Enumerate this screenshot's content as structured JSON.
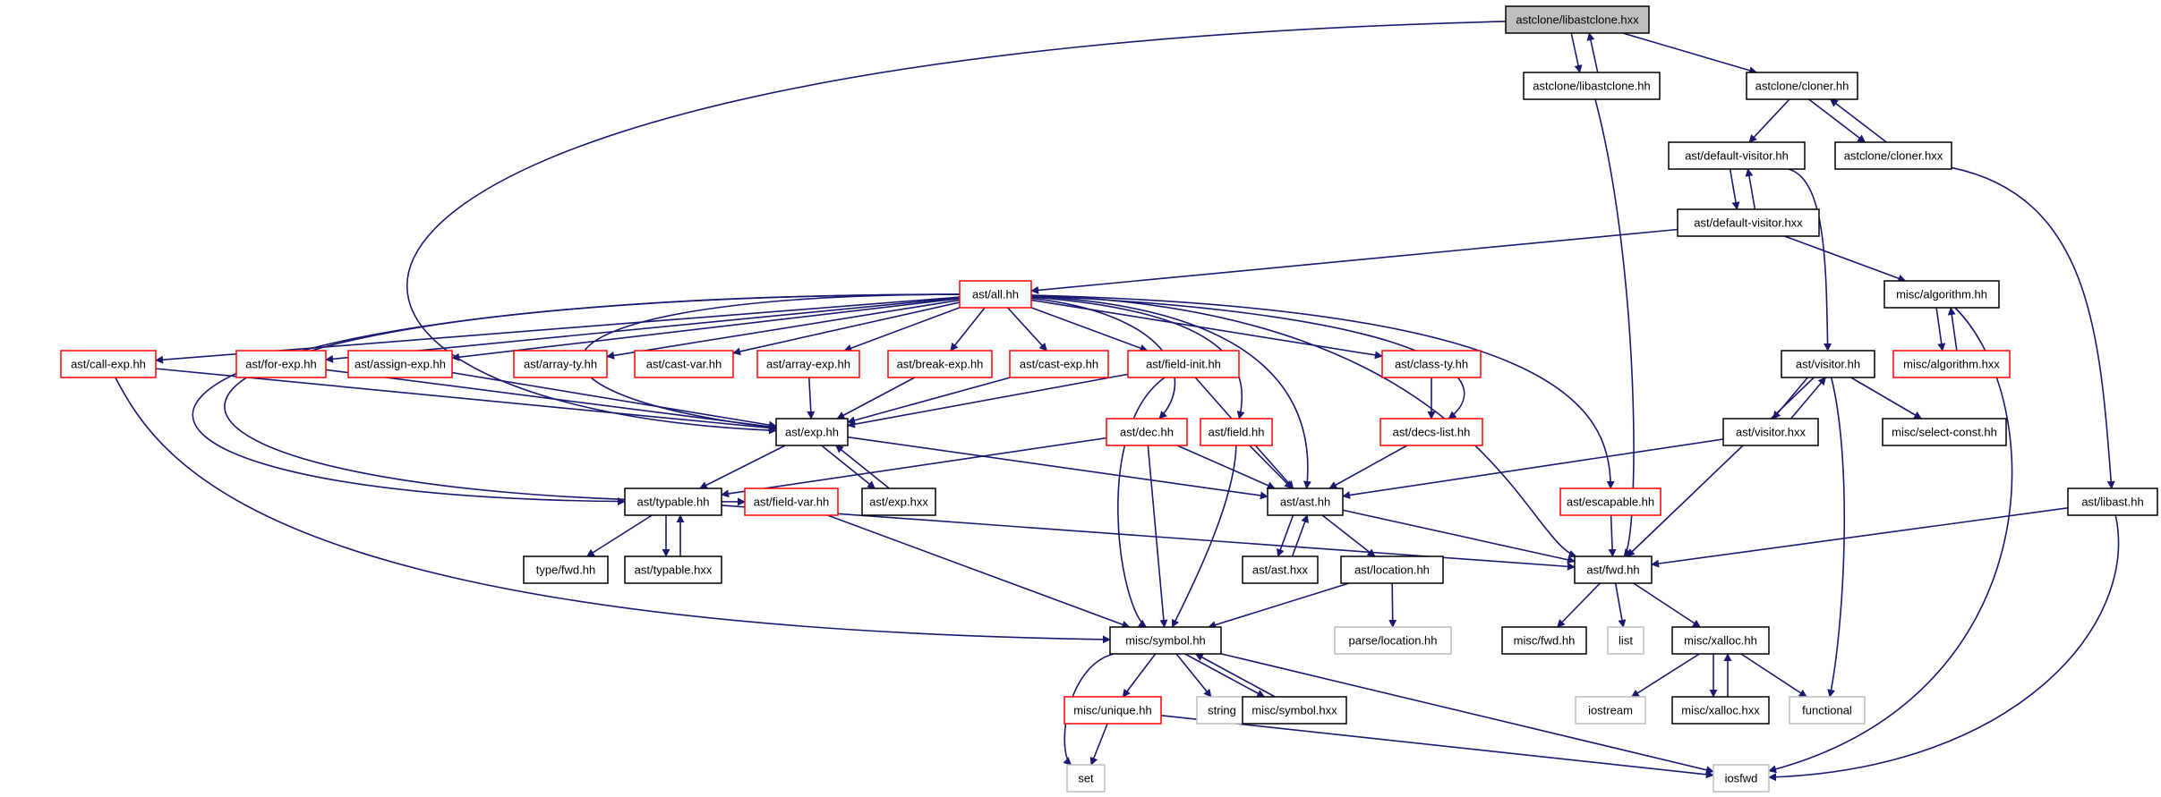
{
  "colors": {
    "edge": "#191970",
    "border_default": "#000000",
    "border_incomplete": "#ff0000",
    "border_system": "#bfbfbf",
    "root_fill": "#bfbfbf",
    "fill": "#ffffff",
    "text": "#000000"
  },
  "nodes": [
    {
      "id": "root",
      "label": "astclone/libastclone.hxx",
      "kind": "root"
    },
    {
      "id": "libastclone_hh",
      "label": "astclone/libastclone.hh",
      "kind": "normal"
    },
    {
      "id": "cloner_hh",
      "label": "astclone/cloner.hh",
      "kind": "normal"
    },
    {
      "id": "cloner_hxx",
      "label": "astclone/cloner.hxx",
      "kind": "normal"
    },
    {
      "id": "default_visitor_hh",
      "label": "ast/default-visitor.hh",
      "kind": "normal"
    },
    {
      "id": "default_visitor_hxx",
      "label": "ast/default-visitor.hxx",
      "kind": "normal"
    },
    {
      "id": "all_hh",
      "label": "ast/all.hh",
      "kind": "red"
    },
    {
      "id": "algorithm_hh",
      "label": "misc/algorithm.hh",
      "kind": "normal"
    },
    {
      "id": "algorithm_hxx",
      "label": "misc/algorithm.hxx",
      "kind": "red"
    },
    {
      "id": "call_exp",
      "label": "ast/call-exp.hh",
      "kind": "red"
    },
    {
      "id": "for_exp",
      "label": "ast/for-exp.hh",
      "kind": "red"
    },
    {
      "id": "assign_exp",
      "label": "ast/assign-exp.hh",
      "kind": "red"
    },
    {
      "id": "array_ty",
      "label": "ast/array-ty.hh",
      "kind": "red"
    },
    {
      "id": "cast_var",
      "label": "ast/cast-var.hh",
      "kind": "red"
    },
    {
      "id": "array_exp",
      "label": "ast/array-exp.hh",
      "kind": "red"
    },
    {
      "id": "break_exp",
      "label": "ast/break-exp.hh",
      "kind": "red"
    },
    {
      "id": "cast_exp",
      "label": "ast/cast-exp.hh",
      "kind": "red"
    },
    {
      "id": "field_init",
      "label": "ast/field-init.hh",
      "kind": "red"
    },
    {
      "id": "class_ty",
      "label": "ast/class-ty.hh",
      "kind": "red"
    },
    {
      "id": "visitor_hh",
      "label": "ast/visitor.hh",
      "kind": "normal"
    },
    {
      "id": "visitor_hxx",
      "label": "ast/visitor.hxx",
      "kind": "normal"
    },
    {
      "id": "select_const",
      "label": "misc/select-const.hh",
      "kind": "normal"
    },
    {
      "id": "exp_hh",
      "label": "ast/exp.hh",
      "kind": "normal"
    },
    {
      "id": "dec_hh",
      "label": "ast/dec.hh",
      "kind": "red"
    },
    {
      "id": "field_hh",
      "label": "ast/field.hh",
      "kind": "red"
    },
    {
      "id": "decs_list",
      "label": "ast/decs-list.hh",
      "kind": "red"
    },
    {
      "id": "typable_hh",
      "label": "ast/typable.hh",
      "kind": "normal"
    },
    {
      "id": "field_var",
      "label": "ast/field-var.hh",
      "kind": "red"
    },
    {
      "id": "exp_hxx",
      "label": "ast/exp.hxx",
      "kind": "normal"
    },
    {
      "id": "ast_hh",
      "label": "ast/ast.hh",
      "kind": "normal"
    },
    {
      "id": "escapable",
      "label": "ast/escapable.hh",
      "kind": "red"
    },
    {
      "id": "libast_hh",
      "label": "ast/libast.hh",
      "kind": "normal"
    },
    {
      "id": "type_fwd",
      "label": "type/fwd.hh",
      "kind": "normal"
    },
    {
      "id": "typable_hxx",
      "label": "ast/typable.hxx",
      "kind": "normal"
    },
    {
      "id": "ast_hxx",
      "label": "ast/ast.hxx",
      "kind": "normal"
    },
    {
      "id": "location_hh",
      "label": "ast/location.hh",
      "kind": "normal"
    },
    {
      "id": "fwd_hh",
      "label": "ast/fwd.hh",
      "kind": "normal"
    },
    {
      "id": "parse_location",
      "label": "parse/location.hh",
      "kind": "system"
    },
    {
      "id": "misc_fwd",
      "label": "misc/fwd.hh",
      "kind": "normal"
    },
    {
      "id": "list",
      "label": "list",
      "kind": "system"
    },
    {
      "id": "xalloc_hh",
      "label": "misc/xalloc.hh",
      "kind": "normal"
    },
    {
      "id": "symbol_hh",
      "label": "misc/symbol.hh",
      "kind": "normal"
    },
    {
      "id": "unique_hh",
      "label": "misc/unique.hh",
      "kind": "red"
    },
    {
      "id": "string",
      "label": "string",
      "kind": "system"
    },
    {
      "id": "symbol_hxx",
      "label": "misc/symbol.hxx",
      "kind": "normal"
    },
    {
      "id": "iostream",
      "label": "iostream",
      "kind": "system"
    },
    {
      "id": "xalloc_hxx",
      "label": "misc/xalloc.hxx",
      "kind": "normal"
    },
    {
      "id": "functional",
      "label": "functional",
      "kind": "system"
    },
    {
      "id": "set",
      "label": "set",
      "kind": "system"
    },
    {
      "id": "iosfwd",
      "label": "iosfwd",
      "kind": "system"
    }
  ]
}
